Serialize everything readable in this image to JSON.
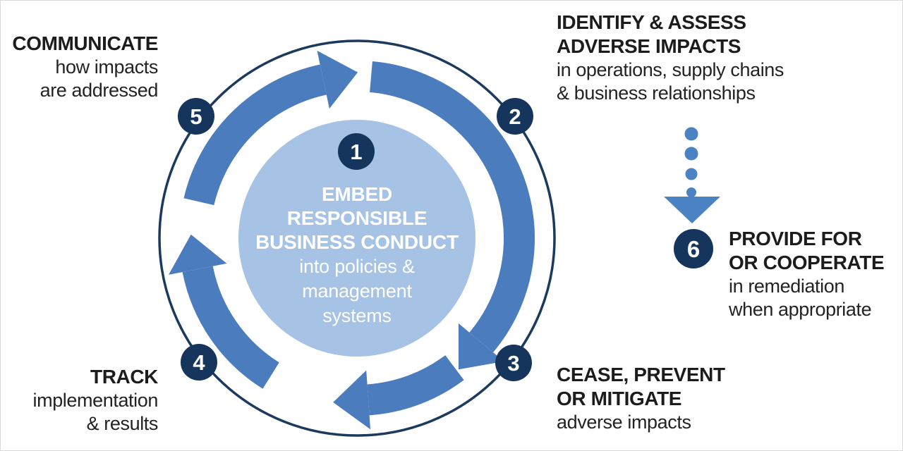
{
  "diagram_type": "due-diligence-cycle",
  "colors": {
    "arrow_blue": "#4a7cbe",
    "dotted_arrow_blue": "#4b82c4",
    "center_circle_blue": "#a6c3e5",
    "badge_navy": "#16355c",
    "outer_ring_navy": "#1b3a5e",
    "label_text_black": "#1c1c1c",
    "center_text_white": "#ffffff",
    "background": "#ffffff"
  },
  "center": {
    "number": "1",
    "title_line1": "EMBED",
    "title_line2": "RESPONSIBLE",
    "title_line3": "BUSINESS CONDUCT",
    "sub_line1": "into policies &",
    "sub_line2": "management",
    "sub_line3": "systems"
  },
  "steps": {
    "identify": {
      "number": "2",
      "title_line1": "IDENTIFY & ASSESS",
      "title_line2": "ADVERSE IMPACTS",
      "sub_line1": "in operations, supply chains",
      "sub_line2": "& business relationships"
    },
    "cease": {
      "number": "3",
      "title_line1": "CEASE, PREVENT",
      "title_line2": "OR MITIGATE",
      "sub_line1": "adverse impacts"
    },
    "track": {
      "number": "4",
      "title_line1": "TRACK",
      "sub_line1": "implementation",
      "sub_line2": "& results"
    },
    "communicate": {
      "number": "5",
      "title_line1": "COMMUNICATE",
      "sub_line1": "how impacts",
      "sub_line2": "are addressed"
    },
    "provide": {
      "number": "6",
      "title_line1": "PROVIDE FOR",
      "title_line2": "OR COOPERATE",
      "sub_line1": "in remediation",
      "sub_line2": "when appropriate"
    }
  }
}
